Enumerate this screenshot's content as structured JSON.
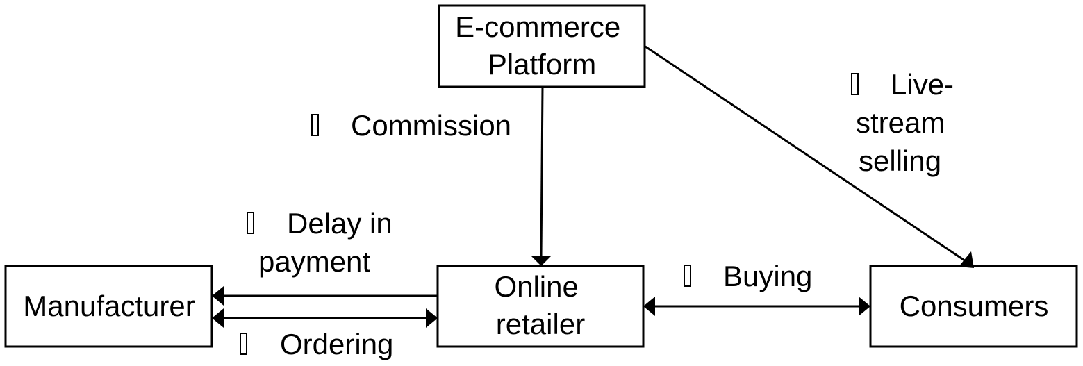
{
  "nodes": {
    "platform": {
      "lines": [
        "E-commerce",
        "Platform"
      ]
    },
    "retailer": {
      "lines": [
        "Online",
        "retailer"
      ]
    },
    "manufacturer": {
      "lines": [
        "Manufacturer"
      ]
    },
    "consumers": {
      "lines": [
        "Consumers"
      ]
    }
  },
  "edges": {
    "commission": {
      "lines": [
        "Commission"
      ]
    },
    "livestream": {
      "lines": [
        "Live-",
        "stream",
        "selling"
      ]
    },
    "delay": {
      "lines": [
        "Delay in",
        "payment"
      ]
    },
    "ordering": {
      "lines": [
        "Ordering"
      ]
    },
    "buying": {
      "lines": [
        "Buying"
      ]
    }
  }
}
